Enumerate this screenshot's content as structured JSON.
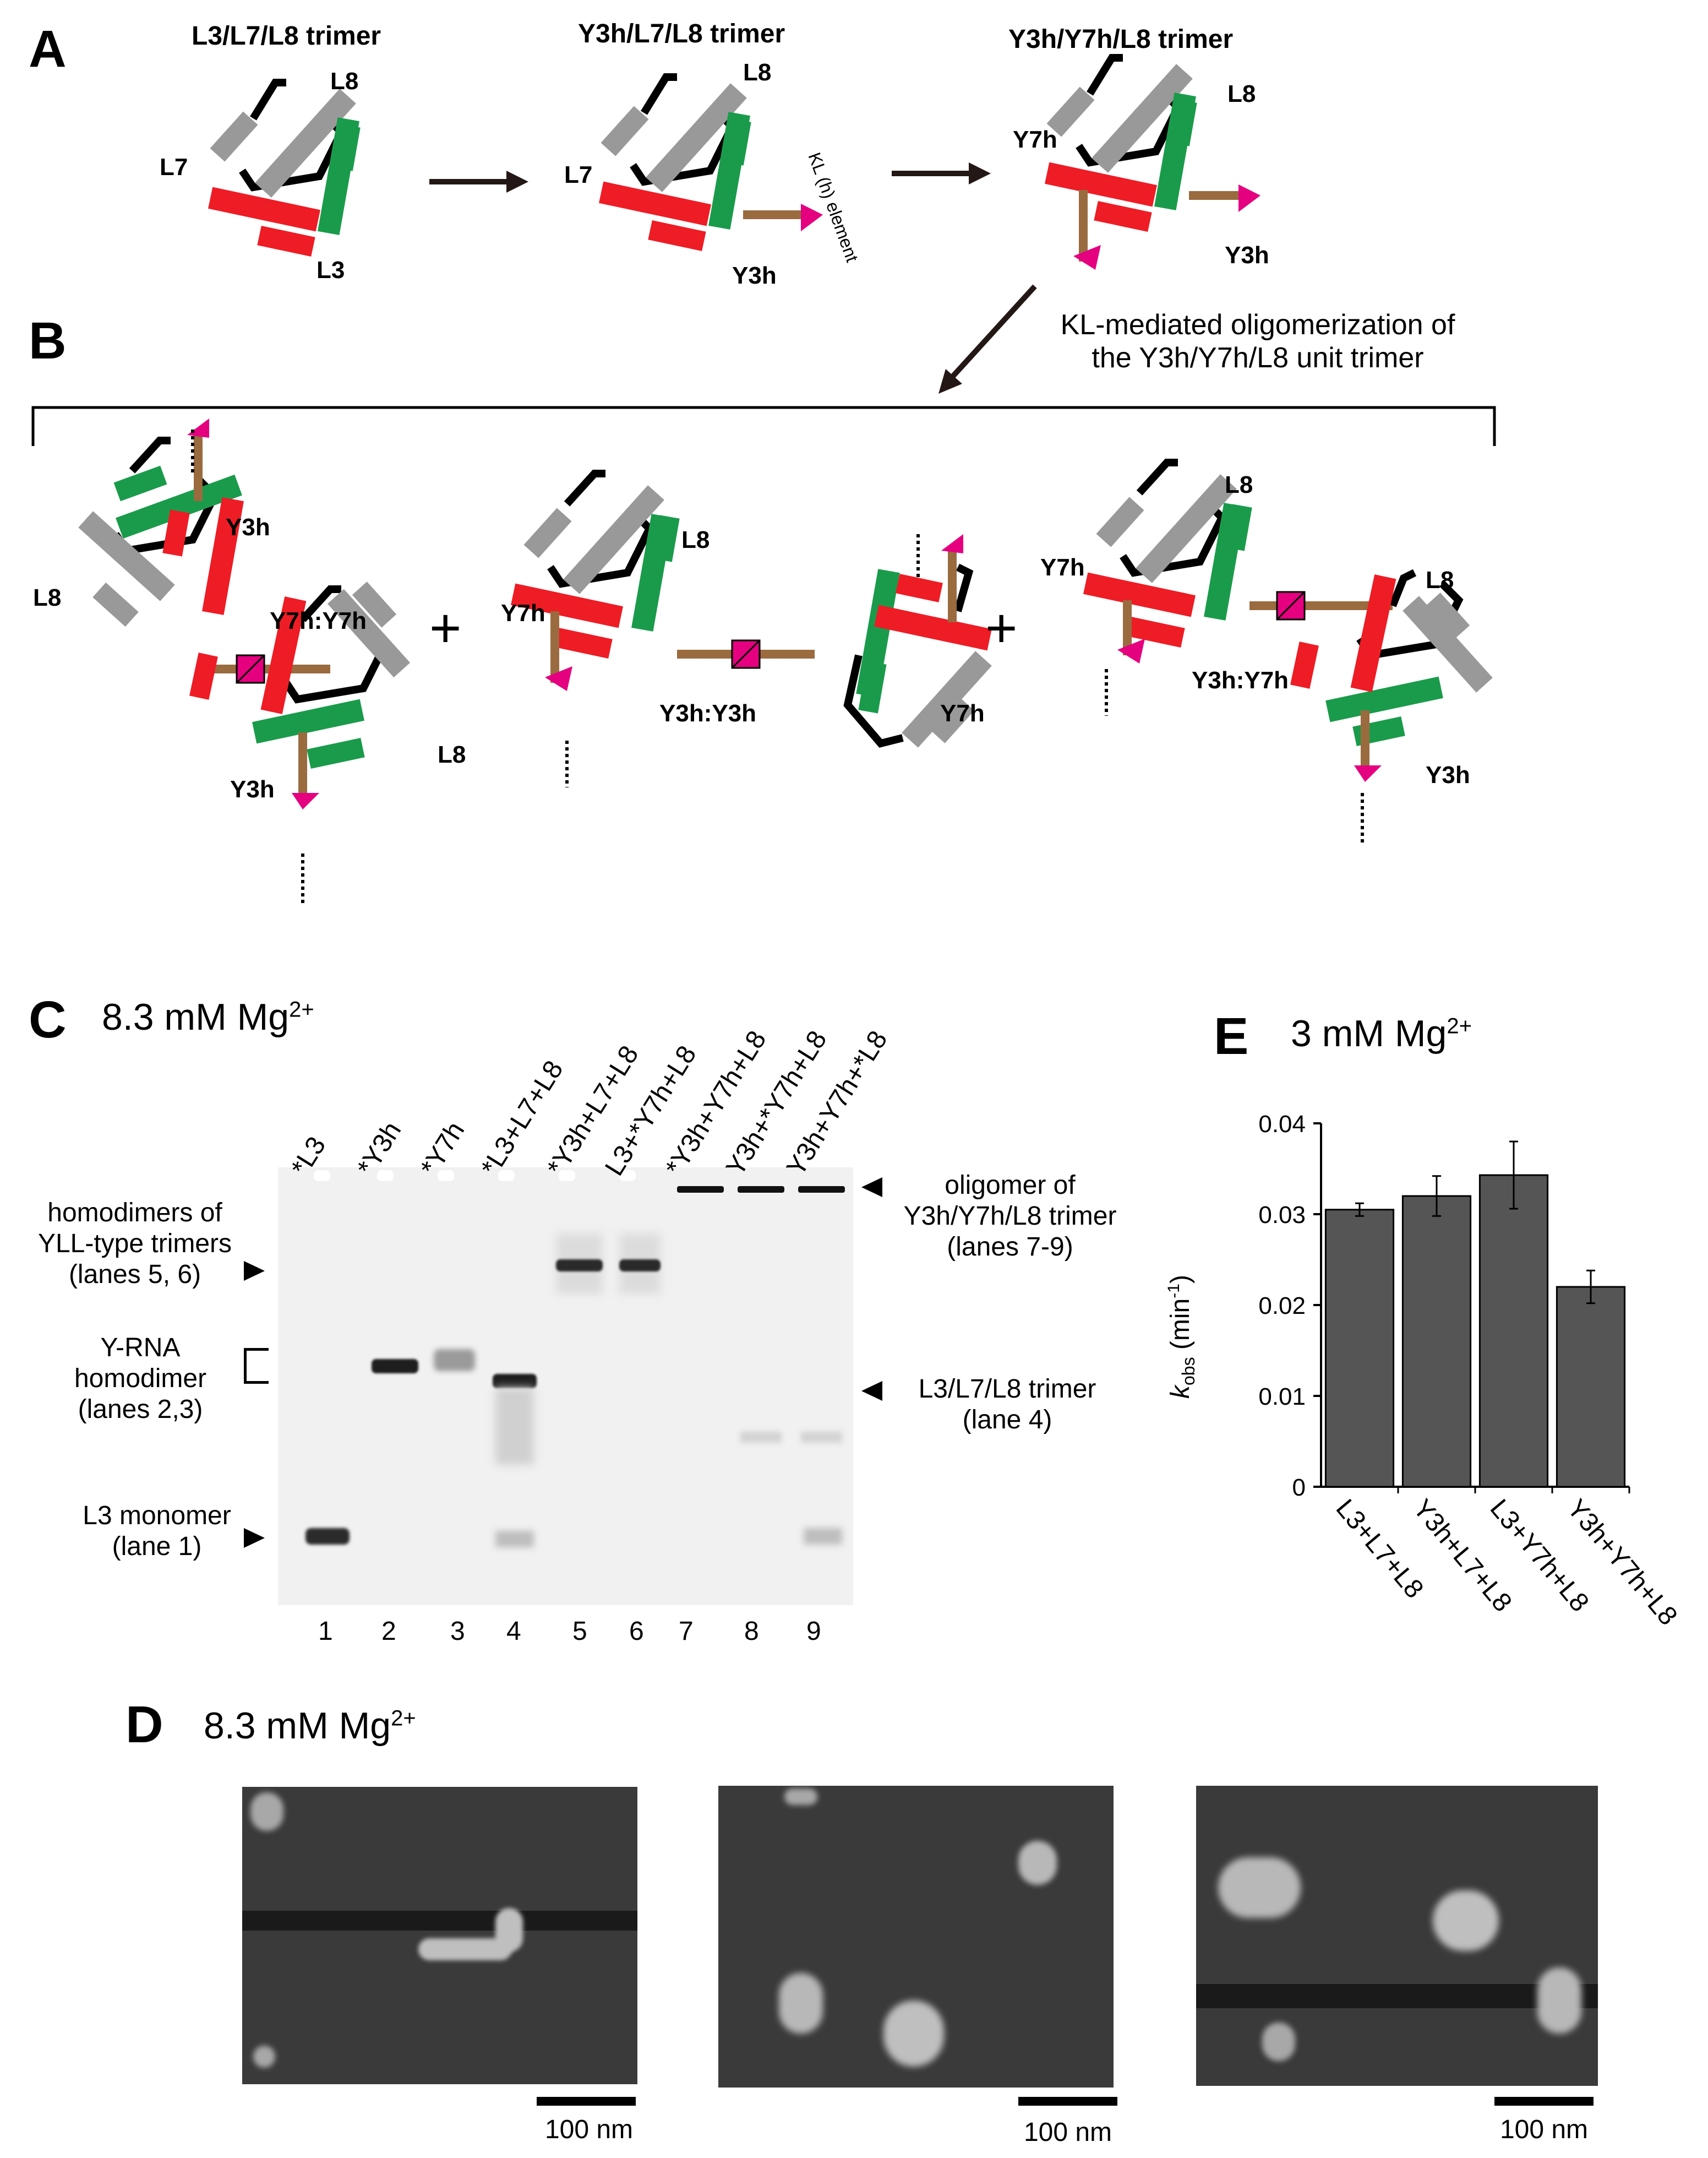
{
  "panels": {
    "A": "A",
    "B": "B",
    "C": "C",
    "D": "D",
    "E": "E"
  },
  "panel_a": {
    "trimer1_title": "L3/L7/L8 trimer",
    "trimer2_title": "Y3h/L7/L8 trimer",
    "trimer3_title": "Y3h/Y7h/L8 trimer",
    "t1_labels": [
      "L8",
      "L7",
      "L3"
    ],
    "t2_labels": [
      "L8",
      "L7",
      "Y3h"
    ],
    "t3_labels": [
      "L8",
      "Y7h",
      "Y3h"
    ],
    "kl_label": "KL (h) element"
  },
  "panel_b": {
    "oligo_text_1": "KL-mediated oligomerization of",
    "oligo_text_2": "the Y3h/Y7h/L8 unit trimer",
    "s1_labels": [
      "Y3h",
      "L8",
      "Y7h:Y7h",
      "L8",
      "Y3h"
    ],
    "s2_labels": [
      "L8",
      "Y7h",
      "Y3h:Y3h",
      "Y7h"
    ],
    "s3_labels": [
      "L8",
      "Y7h",
      "L8",
      "Y3h:Y7h",
      "Y3h"
    ],
    "plus": "+"
  },
  "panel_c": {
    "condition": "8.3 mM Mg",
    "condition_sup": "2+",
    "lanes": [
      "*L3",
      "*Y3h",
      "*Y7h",
      "*L3+L7+L8",
      "*Y3h+L7+L8",
      "L3+*Y7h+L8",
      "*Y3h+Y7h+L8",
      "Y3h+*Y7h+L8",
      "Y3h+Y7h+*L8"
    ],
    "lane_numbers": [
      "1",
      "2",
      "3",
      "4",
      "5",
      "6",
      "7",
      "8",
      "9"
    ],
    "left_labels": [
      [
        "homodimers of",
        "YLL-type trimers",
        "(lanes 5, 6)"
      ],
      [
        "Y-RNA",
        "homodimer",
        "(lanes 2,3)"
      ],
      [
        "L3 monomer",
        "(lane 1)"
      ]
    ],
    "right_labels": [
      [
        "oligomer of",
        "Y3h/Y7h/L8 trimer",
        "(lanes 7-9)"
      ],
      [
        "L3/L7/L8 trimer",
        "(lane 4)"
      ]
    ]
  },
  "panel_d": {
    "condition": "8.3 mM Mg",
    "condition_sup": "2+",
    "scale_bars": [
      "100 nm",
      "100 nm",
      "100 nm"
    ]
  },
  "panel_e": {
    "condition": "3 mM Mg",
    "condition_sup": "2+",
    "ylabel_k": "k",
    "ylabel_sub": "obs",
    "ylabel_unit": " (min",
    "ylabel_sup": "-1",
    "ylabel_close": ")",
    "yticks": [
      "0.04",
      "0.03",
      "0.02",
      "0.01",
      "0"
    ]
  },
  "chart_data": {
    "type": "bar",
    "categories": [
      "L3+L7+L8",
      "Y3h+L7+L8",
      "L3+Y7h+L8",
      "Y3h+Y7h+L8"
    ],
    "values": [
      0.0305,
      0.032,
      0.0343,
      0.022
    ],
    "errors": [
      0.0007,
      0.0022,
      0.0037,
      0.0018
    ],
    "ylim": [
      0,
      0.04
    ],
    "bar_color": "#555555",
    "title": "3 mM Mg2+",
    "ylabel": "kobs (min-1)"
  },
  "colors": {
    "red": "#ee1c25",
    "green": "#1a9b4b",
    "gray": "#999999",
    "brown": "#9a6b3f",
    "magenta": "#e4007f"
  }
}
